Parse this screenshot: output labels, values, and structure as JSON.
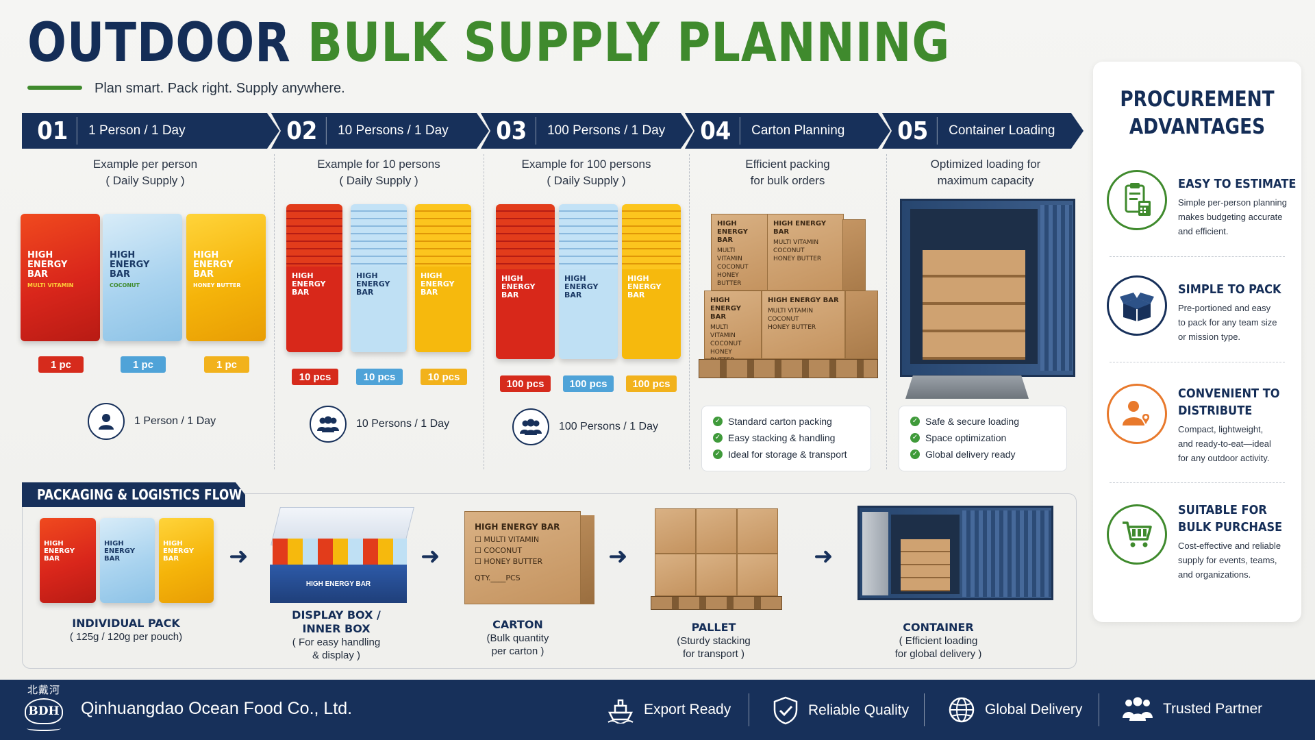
{
  "header": {
    "title_part1": "OUTDOOR",
    "title_part2": "BULK SUPPLY PLANNING",
    "tagline": "Plan smart.  Pack right.  Supply anywhere."
  },
  "steps": [
    {
      "num": "01",
      "label": "1 Person / 1 Day",
      "desc_line1": "Example per person",
      "desc_line2": "( Daily Supply )",
      "qty": "1 pc",
      "people": "1 Person  /  1 Day"
    },
    {
      "num": "02",
      "label": "10 Persons / 1 Day",
      "desc_line1": "Example for 10 persons",
      "desc_line2": "( Daily Supply )",
      "qty": "10 pcs",
      "people": "10 Persons  /  1 Day"
    },
    {
      "num": "03",
      "label": "100 Persons / 1 Day",
      "desc_line1": "Example for 100 persons",
      "desc_line2": "( Daily Supply )",
      "qty": "100 pcs",
      "people": "100 Persons  /  1 Day"
    },
    {
      "num": "04",
      "label": "Carton Planning",
      "desc_line1": "Efficient packing",
      "desc_line2": "for bulk orders"
    },
    {
      "num": "05",
      "label": "Container Loading",
      "desc_line1": "Optimized loading for",
      "desc_line2": "maximum capacity"
    }
  ],
  "pouch": {
    "name_l1": "HIGH",
    "name_l2": "ENERGY",
    "name_l3": "BAR",
    "flavor_red": "MULTI VITAMIN",
    "flavor_blue": "COCONUT",
    "flavor_yellow": "HONEY BUTTER"
  },
  "carton_label": {
    "title": "HIGH ENERGY BAR",
    "item1": "MULTI VITAMIN",
    "item2": "COCONUT",
    "item3": "HONEY BUTTER",
    "qty": "QTY.____PCS"
  },
  "carton_checks": [
    "Standard carton packing",
    "Easy stacking & handling",
    "Ideal for storage & transport"
  ],
  "container_checks": [
    "Safe & secure loading",
    "Space optimization",
    "Global delivery ready"
  ],
  "advantages": {
    "title_l1": "PROCUREMENT",
    "title_l2": "ADVANTAGES",
    "items": [
      {
        "head_l1": "EASY TO ESTIMATE",
        "head_l2": "",
        "text_l1": "Simple per-person planning",
        "text_l2": "makes budgeting accurate",
        "text_l3": "and efficient.",
        "icon": "calculator-icon",
        "color": "#3f8a2d"
      },
      {
        "head_l1": "SIMPLE TO PACK",
        "head_l2": "",
        "text_l1": "Pre-portioned and easy",
        "text_l2": "to pack for any team size",
        "text_l3": "or mission type.",
        "icon": "box-icon",
        "color": "#17305a"
      },
      {
        "head_l1": "CONVENIENT TO",
        "head_l2": "DISTRIBUTE",
        "text_l1": "Compact, lightweight,",
        "text_l2": "and ready-to-eat—ideal",
        "text_l3": "for any outdoor activity.",
        "icon": "person-location-icon",
        "color": "#e8792c"
      },
      {
        "head_l1": "SUITABLE FOR",
        "head_l2": "BULK PURCHASE",
        "text_l1": "Cost-effective and reliable",
        "text_l2": "supply for events, teams,",
        "text_l3": "and organizations.",
        "icon": "cart-icon",
        "color": "#3f8a2d"
      }
    ]
  },
  "flow": {
    "title": "PACKAGING & LOGISTICS FLOW",
    "display_box_brand": "HIGH ENERGY BAR",
    "items": [
      {
        "name_l1": "INDIVIDUAL PACK",
        "name_l2": "",
        "sub_l1": "( 125g / 120g per pouch)",
        "sub_l2": "",
        "sub_l3": ""
      },
      {
        "name_l1": "DISPLAY BOX /",
        "name_l2": "INNER BOX",
        "sub_l1": "( For easy handling",
        "sub_l2": "& display )",
        "sub_l3": ""
      },
      {
        "name_l1": "CARTON",
        "name_l2": "",
        "sub_l1": "(Bulk quantity",
        "sub_l2": "per carton )",
        "sub_l3": ""
      },
      {
        "name_l1": "PALLET",
        "name_l2": "",
        "sub_l1": "(Sturdy stacking",
        "sub_l2": "for transport )",
        "sub_l3": ""
      },
      {
        "name_l1": "CONTAINER",
        "name_l2": "",
        "sub_l1": "( Efficient loading",
        "sub_l2": "for global delivery )",
        "sub_l3": ""
      }
    ]
  },
  "footer": {
    "logo_chars": "北戴河",
    "logo_mark": "BDH",
    "company": "Qinhuangdao Ocean Food Co., Ltd.",
    "features": [
      {
        "label": "Export Ready",
        "icon": "ship-icon"
      },
      {
        "label": "Reliable Quality",
        "icon": "shield-check-icon"
      },
      {
        "label": "Global Delivery",
        "icon": "globe-icon"
      },
      {
        "label": "Trusted Partner",
        "icon": "team-icon"
      }
    ]
  },
  "colors": {
    "navy": "#17305a",
    "green": "#3f8a2d",
    "red": "#d62b1c",
    "blue": "#4fa3d8",
    "yellow": "#f2b21c",
    "orange": "#e8792c"
  }
}
